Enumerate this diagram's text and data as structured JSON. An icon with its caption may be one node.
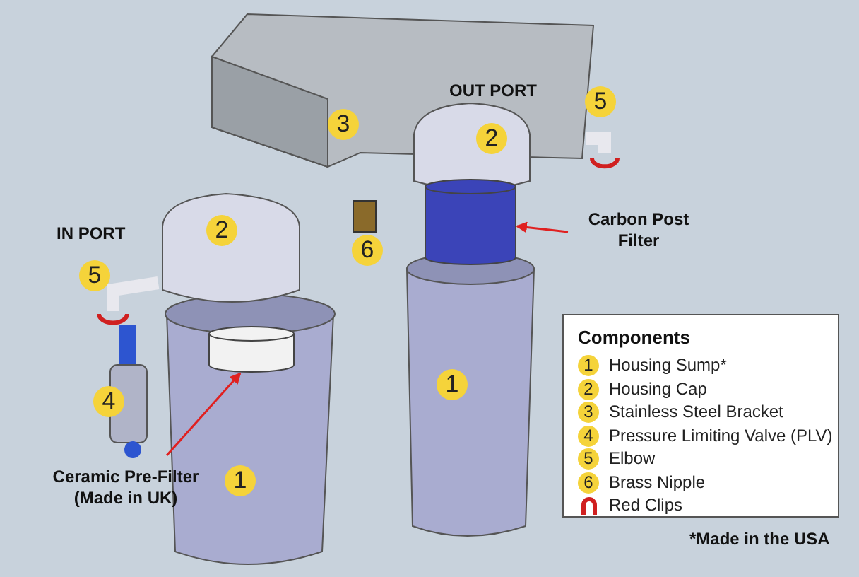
{
  "diagram": {
    "nodes": [
      {
        "text": [
          "Ceramic Pre-Filter (Made in UK)"
        ]
      },
      {
        "text": [],
        "shape": "cylinder"
      },
      {
        "text": [
          "Carbon Post Filter"
        ]
      },
      {
        "text": [],
        "shape": "cylinder"
      }
    ],
    "edges": [
      {
        "from": 0,
        "to": 1,
        "arrow": "to"
      },
      {
        "from": 2,
        "to": 3,
        "arrow": "to"
      }
    ],
    "labels": [
      "OUT PORT",
      "3",
      "5",
      "2",
      "IN PORT",
      "2",
      "6",
      "5",
      "1",
      "4",
      "1",
      "Components",
      "1",
      "2",
      "3",
      "4",
      "5",
      "6",
      "*Made in the USA"
    ],
    "legend": [
      {
        "text": "Housing Sump*"
      },
      {
        "text": "Housing Cap"
      },
      {
        "text": "Stainless Steel Bracket"
      },
      {
        "text": "Pressure Limiting Valve (PLV)"
      },
      {
        "text": "Elbow"
      },
      {
        "text": "Brass Nipple"
      },
      {
        "text": "Red Clips"
      }
    ]
  }
}
